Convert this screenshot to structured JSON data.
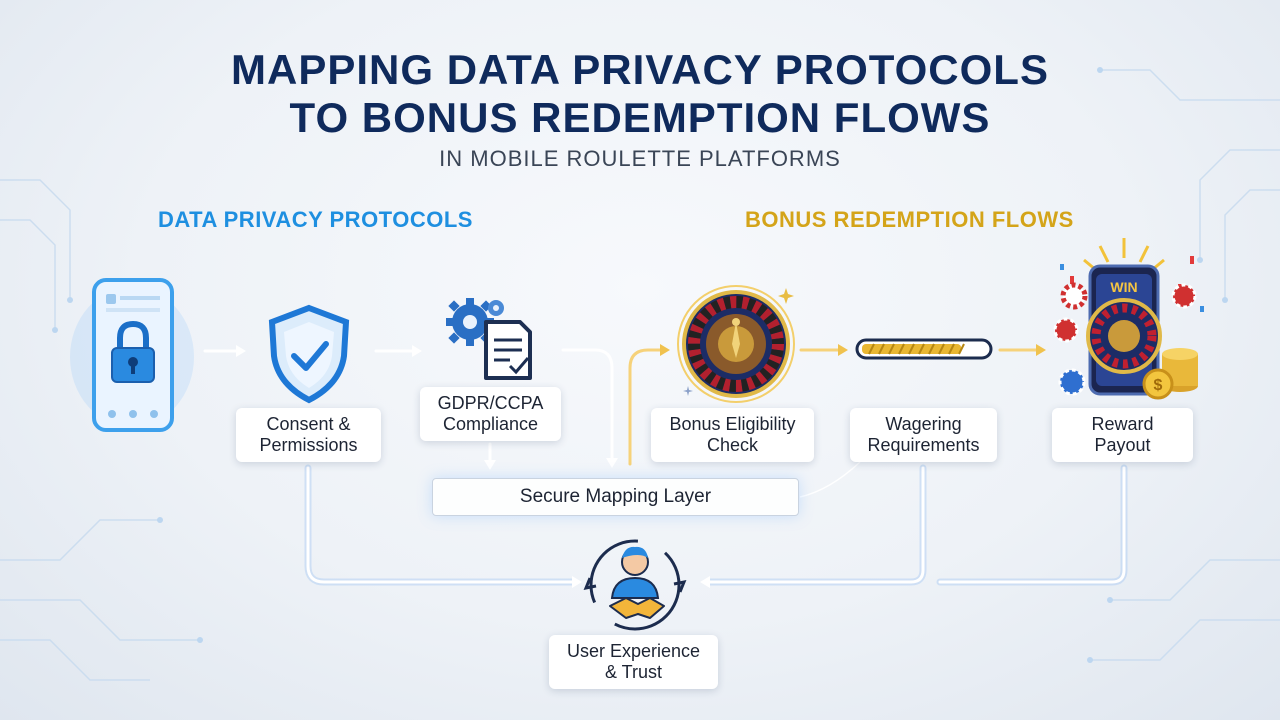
{
  "title_line1": "MAPPING DATA PRIVACY PROTOCOLS",
  "title_line2": "TO BONUS REDEMPTION FLOWS",
  "subtitle": "IN MOBILE ROULETTE PLATFORMS",
  "sections": {
    "left": "DATA PRIVACY PROTOCOLS",
    "right": "BONUS REDEMPTION FLOWS"
  },
  "colors": {
    "title": "#0f2a5c",
    "privacy_accent": "#1e8fe0",
    "bonus_accent": "#d4a419",
    "flow_line": "#ffffff"
  },
  "nodes": {
    "consent": {
      "label": "Consent &\nPermissions",
      "icon": "shield-check-icon"
    },
    "gdpr": {
      "label": "GDPR/CCPA\nCompliance",
      "icon": "gears-document-icon"
    },
    "eligibility": {
      "label": "Bonus Eligibility\nCheck",
      "icon": "roulette-wheel-icon"
    },
    "wagering": {
      "label": "Wagering\nRequirements",
      "icon": "progress-bar-icon"
    },
    "payout": {
      "label": "Reward\nPayout",
      "icon": "win-phone-coins-icon"
    },
    "mapping": {
      "label": "Secure Mapping Layer"
    },
    "trust": {
      "label": "User Experience\n& Trust",
      "icon": "handshake-user-icon"
    },
    "phone": {
      "icon": "phone-lock-icon"
    },
    "win_text": "WIN"
  },
  "wagering_progress": 0.8
}
